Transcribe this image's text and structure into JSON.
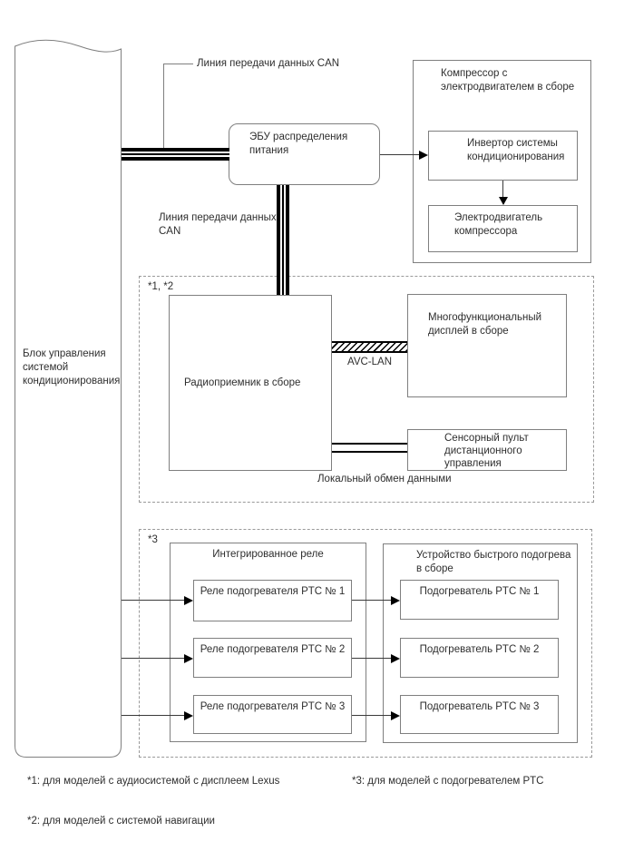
{
  "diagram": {
    "control_unit": {
      "label": "Блок управления системой кондиционирования"
    },
    "can": {
      "top_label": "Линия передачи данных CAN",
      "mid_label": "Линия передачи данных CAN"
    },
    "power_ecu": {
      "label": "ЭБУ распределения питания"
    },
    "compressor": {
      "label": "Компрессор с электродвигателем в сборе",
      "inverter_label": "Инвертор системы кондиционирования",
      "motor_label": "Электродвигатель компрессора"
    },
    "av_group": {
      "note": "*1, *2",
      "radio_label": "Радиоприемник в сборе",
      "display_label": "Многофункциональный дисплей в сборе",
      "avc_lan_label": "AVC-LAN",
      "touch_panel_label": "Сенсорный пульт дистанционного управления",
      "local_exchange_label": "Локальный обмен данными"
    },
    "ptc_group": {
      "note": "*3",
      "relay_block_label": "Интегрированное реле",
      "relays": [
        "Реле подогревателя PTC № 1",
        "Реле подогревателя PTC № 2",
        "Реле подогревателя PTC № 3"
      ],
      "heater_block_label": "Устройство быстрого подогрева в сборе",
      "heaters": [
        "Подогреватель PTC № 1",
        "Подогреватель PTC № 2",
        "Подогреватель PTC № 3"
      ]
    },
    "footnotes": [
      "*1: для моделей с аудиосистемой с дисплеем Lexus",
      "*2: для моделей с системой навигации",
      "*3: для моделей с подогревателем PTC"
    ],
    "colors": {
      "line": "#000000",
      "border": "#7f7f7f",
      "text": "#2e2e2e"
    }
  }
}
